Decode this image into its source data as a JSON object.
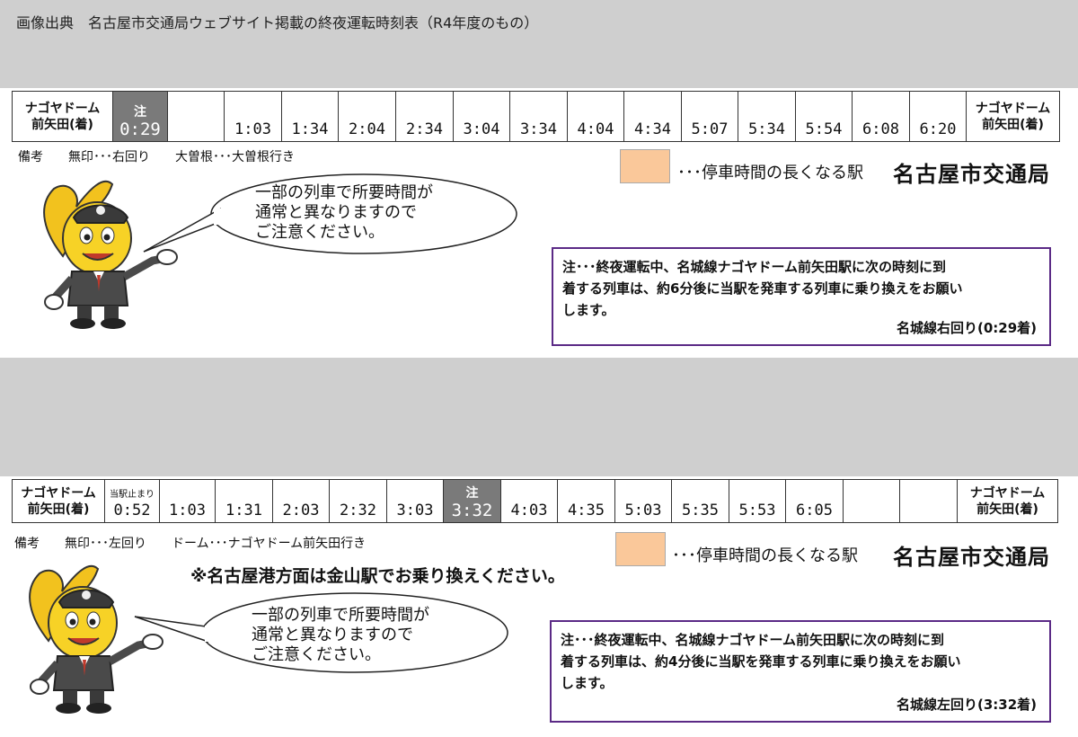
{
  "caption": "画像出典　名古屋市交通局ウェブサイト掲載の終夜運転時刻表（R4年度のもの）",
  "table1": {
    "station_left": [
      "ナゴヤドーム",
      "前矢田(着)"
    ],
    "station_right": [
      "ナゴヤドーム",
      "前矢田(着)"
    ],
    "cells": [
      {
        "top": "注",
        "time": "0:29",
        "highlight": true
      },
      {
        "top": "",
        "time": "",
        "highlight": false
      },
      {
        "top": "",
        "time": "1:03",
        "highlight": false
      },
      {
        "top": "",
        "time": "1:34",
        "highlight": false
      },
      {
        "top": "",
        "time": "2:04",
        "highlight": false
      },
      {
        "top": "",
        "time": "2:34",
        "highlight": false
      },
      {
        "top": "",
        "time": "3:04",
        "highlight": false
      },
      {
        "top": "",
        "time": "3:34",
        "highlight": false
      },
      {
        "top": "",
        "time": "4:04",
        "highlight": false
      },
      {
        "top": "",
        "time": "4:34",
        "highlight": false
      },
      {
        "top": "",
        "time": "5:07",
        "highlight": false
      },
      {
        "top": "",
        "time": "5:34",
        "highlight": false
      },
      {
        "top": "",
        "time": "5:54",
        "highlight": false
      },
      {
        "top": "",
        "time": "6:08",
        "highlight": false
      },
      {
        "top": "",
        "time": "6:20",
        "highlight": false
      }
    ],
    "remarks": "備考　　無印･･･右回り　　大曽根･･･大曽根行き",
    "legend_text": "･･･停車時間の長くなる駅",
    "bureau": "名古屋市交通局",
    "bubble": [
      "一部の列車で所要時間が",
      "通常と異なりますので",
      "ご注意ください。"
    ],
    "note_lines": [
      "注･･･終夜運転中、名城線ナゴヤドーム前矢田駅に次の時刻に到",
      "着する列車は、約6分後に当駅を発車する列車に乗り換えをお願い",
      "します。"
    ],
    "note_ref": "名城線右回り(0:29着)"
  },
  "table2": {
    "station_left": [
      "ナゴヤドーム",
      "前矢田(着)"
    ],
    "station_right": [
      "ナゴヤドーム",
      "前矢田(着)"
    ],
    "cells": [
      {
        "top": "当駅止まり",
        "time": "0:52",
        "highlight": false
      },
      {
        "top": "",
        "time": "1:03",
        "highlight": false
      },
      {
        "top": "",
        "time": "1:31",
        "highlight": false
      },
      {
        "top": "",
        "time": "2:03",
        "highlight": false
      },
      {
        "top": "",
        "time": "2:32",
        "highlight": false
      },
      {
        "top": "",
        "time": "3:03",
        "highlight": false
      },
      {
        "top": "注",
        "time": "3:32",
        "highlight": true
      },
      {
        "top": "",
        "time": "4:03",
        "highlight": false
      },
      {
        "top": "",
        "time": "4:35",
        "highlight": false
      },
      {
        "top": "",
        "time": "5:03",
        "highlight": false
      },
      {
        "top": "",
        "time": "5:35",
        "highlight": false
      },
      {
        "top": "",
        "time": "5:53",
        "highlight": false
      },
      {
        "top": "",
        "time": "6:05",
        "highlight": false
      },
      {
        "top": "",
        "time": "",
        "highlight": false
      },
      {
        "top": "",
        "time": "",
        "highlight": false
      }
    ],
    "remarks": "備考　　無印･･･左回り　　ドーム･･･ナゴヤドーム前矢田行き",
    "legend_text": "･･･停車時間の長くなる駅",
    "bureau": "名古屋市交通局",
    "notice": "※名古屋港方面は金山駅でお乗り換えください。",
    "bubble": [
      "一部の列車で所要時間が",
      "通常と異なりますので",
      "ご注意ください。"
    ],
    "note_lines": [
      "注･･･終夜運転中、名城線ナゴヤドーム前矢田駅に次の時刻に到",
      "着する列車は、約4分後に当駅を発車する列車に乗り換えをお願い",
      "します。"
    ],
    "note_ref": "名城線左回り(3:32着)"
  },
  "colors": {
    "legend": "#fac89a",
    "highlight_cell": "#7a7a7a",
    "note_border": "#5b2a86",
    "band": "#cfcfcf"
  },
  "icons": [
    "shachi-mascot-icon"
  ]
}
